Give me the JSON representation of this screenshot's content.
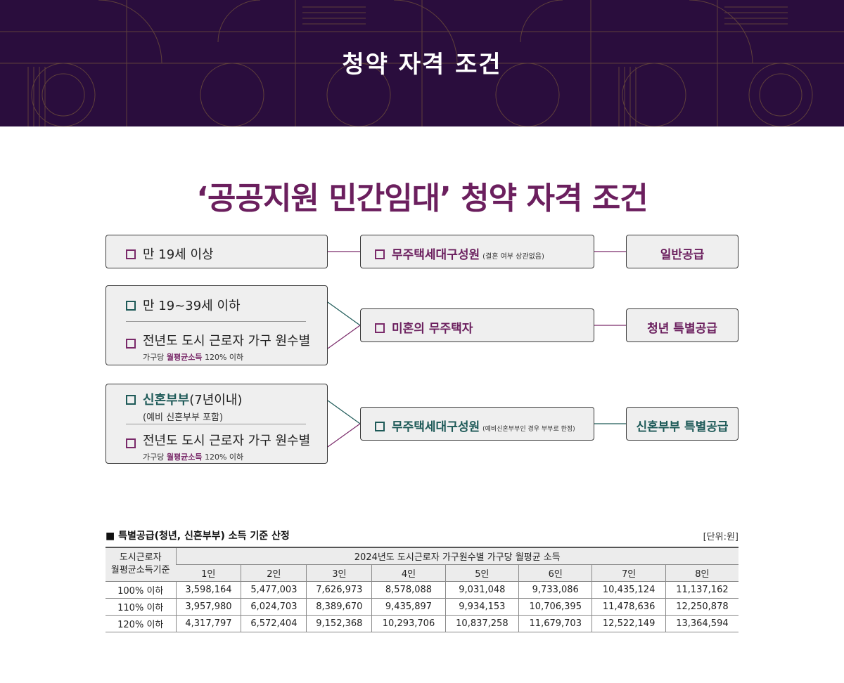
{
  "banner": {
    "title": "청약 자격 조건"
  },
  "main_title": "‘공공지원 민간임대’ 청약 자격 조건",
  "rows": [
    {
      "conditions": [
        {
          "text": "만 19세 이상"
        }
      ],
      "middle": {
        "text": "무주택세대구성원",
        "note": "(결혼 여부 상관없음)"
      },
      "result": "일반공급"
    },
    {
      "conditions": [
        {
          "text": "만 19~39세 이하"
        },
        {
          "text": "전년도 도시 근로자 가구 원수별",
          "sub_prefix": "가구당 ",
          "sub_highlight": "월평균소득",
          "sub_suffix": " 120% 이하"
        }
      ],
      "middle": {
        "text": "미혼의 무주택자",
        "note": ""
      },
      "result": "청년 특별공급"
    },
    {
      "conditions": [
        {
          "text_highlight": "신혼부부",
          "text": "(7년이내)",
          "sub_plain": "(예비 신혼부부 포함)"
        },
        {
          "text": "전년도 도시 근로자 가구 원수별",
          "sub_prefix": "가구당 ",
          "sub_highlight": "월평균소득",
          "sub_suffix": " 120% 이하"
        }
      ],
      "middle": {
        "text": "무주택세대구성원",
        "note": "(예비신혼부부인 경우 부부로 한정)"
      },
      "result": "신혼부부 특별공급"
    }
  ],
  "table": {
    "title": "■ 특별공급(청년, 신혼부부) 소득 기준 산정",
    "unit": "[단위:원]",
    "rowhead_header": [
      "도시근로자",
      "월평균소득기준"
    ],
    "group_header": "2024년도 도시근로자 가구원수별 가구당 월평균 소득",
    "columns": [
      "1인",
      "2인",
      "3인",
      "4인",
      "5인",
      "6인",
      "7인",
      "8인"
    ],
    "rows": [
      {
        "label": "100% 이하",
        "values": [
          "3,598,164",
          "5,477,003",
          "7,626,973",
          "8,578,088",
          "9,031,048",
          "9,733,086",
          "10,435,124",
          "11,137,162"
        ]
      },
      {
        "label": "110% 이하",
        "values": [
          "3,957,980",
          "6,024,703",
          "8,389,670",
          "9,435,897",
          "9,934,153",
          "10,706,395",
          "11,478,636",
          "12,250,878"
        ]
      },
      {
        "label": "120% 이하",
        "values": [
          "4,317,797",
          "6,572,404",
          "9,152,368",
          "10,293,706",
          "10,837,258",
          "11,679,703",
          "12,522,149",
          "13,364,594"
        ]
      }
    ]
  },
  "colors": {
    "banner_bg": "#2a0d3d",
    "accent_purple": "#6b1f5e",
    "accent_teal": "#1e5a58",
    "pattern": "#8a6a3a"
  }
}
